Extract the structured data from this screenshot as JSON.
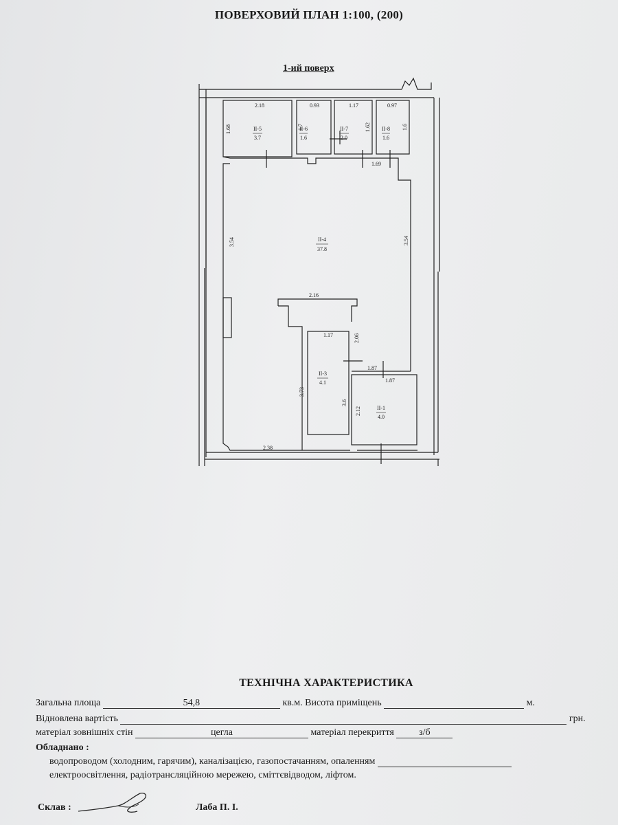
{
  "header": {
    "title": "ПОВЕРХОВИЙ ПЛАН 1:100, (200)",
    "floor": "1-ий поверх"
  },
  "plan": {
    "rooms": [
      {
        "id": "II-5",
        "area": "3.7"
      },
      {
        "id": "II-6",
        "area": "1.6"
      },
      {
        "id": "II-7",
        "area": "2.0"
      },
      {
        "id": "II-8",
        "area": "1.6"
      },
      {
        "id": "II-4",
        "area": "37.8"
      },
      {
        "id": "II-3",
        "area": "4.1"
      },
      {
        "id": "II-1",
        "area": "4.0"
      }
    ],
    "dims": [
      "2.18",
      "0.93",
      "1.17",
      "0.97",
      "1.68",
      "1.7",
      "1.62",
      "1.6",
      "1.69",
      "3.54",
      "3.54",
      "2.16",
      "1.17",
      "2.06",
      "1.87",
      "1.87",
      "3.73",
      "3.6",
      "2.12",
      "2.38"
    ]
  },
  "tech": {
    "title": "ТЕХНІЧНА ХАРАКТЕРИСТИКА",
    "total_area_label": "Загальна площа",
    "total_area_value": "54,8",
    "area_unit": "кв.м.",
    "height_label": "Висота приміщень",
    "height_unit": "м.",
    "cost_label": "Відновлена вартість",
    "cost_unit": "грн.",
    "walls_label": "матеріал зовнішніх стін",
    "walls_value": "цегла",
    "ceiling_label": "матеріал перекриття",
    "ceiling_value": "з/б",
    "equipped_label": "Обладнано :",
    "equipped_line1": "водопроводом (холодним, гарячим), каналізацією, газопостачанням, опаленням",
    "equipped_line2": "електроосвітлення, радіотрансляційною мережею, сміттєвідводом, ліфтом.",
    "composed_label": "Склав :",
    "composer": "Лаба П. І."
  }
}
